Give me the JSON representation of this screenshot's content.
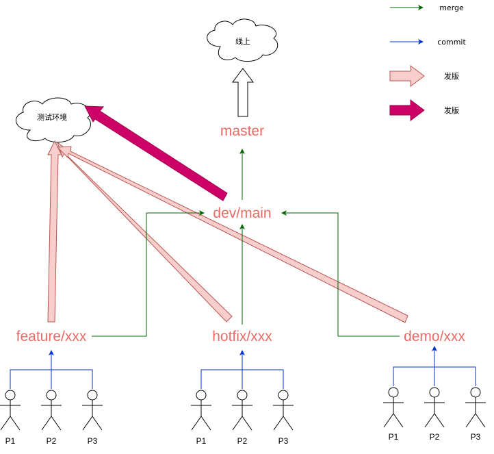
{
  "colors": {
    "merge": "#006600",
    "commit": "#0033cc",
    "release_fill": "#f8cecc",
    "release_stroke": "#b85450",
    "release_strong": "#cc0066",
    "branch_text": "#ea6b66"
  },
  "clouds": {
    "online": "线上",
    "test_env": "测试环境"
  },
  "branches": {
    "master": "master",
    "dev": "dev/main",
    "feature": "feature/xxx",
    "hotfix": "hotfix/xxx",
    "demo": "demo/xxx"
  },
  "legend": {
    "merge": "merge",
    "commit": "commit",
    "release_light": "发版",
    "release_strong": "发版"
  },
  "people": {
    "feature": [
      "P1",
      "P2",
      "P3"
    ],
    "hotfix": [
      "P1",
      "P2",
      "P3"
    ],
    "demo": [
      "P1",
      "P2",
      "P3"
    ]
  }
}
